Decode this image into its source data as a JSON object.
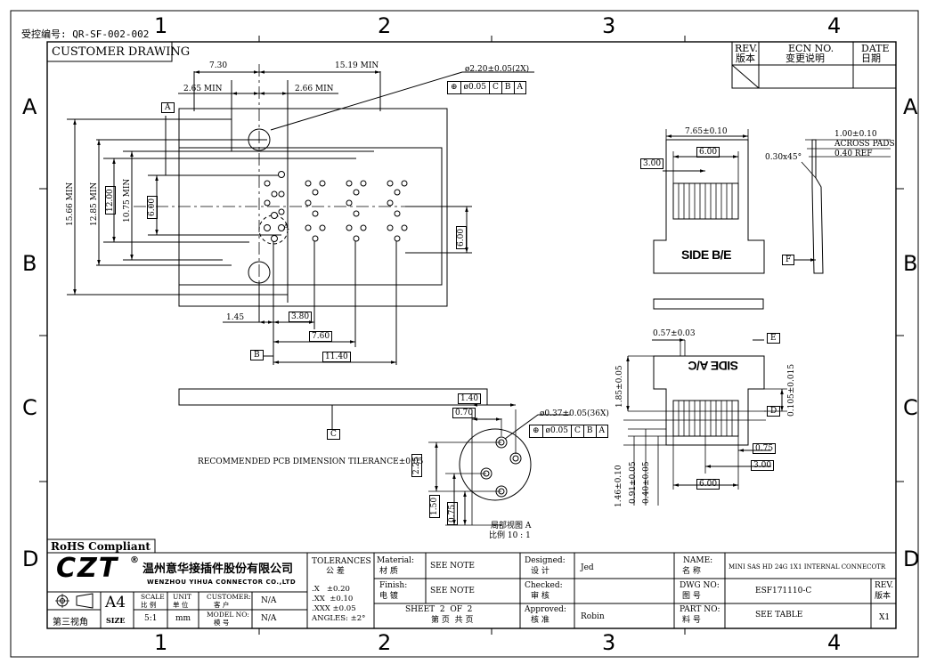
{
  "doc_code": "受控编号: QR-SF-002-002",
  "zones": {
    "cols": [
      "1",
      "2",
      "3",
      "4"
    ],
    "rows": [
      "A",
      "B",
      "C",
      "D"
    ]
  },
  "customer_drawing": "CUSTOMER DRAWING",
  "rev_block": {
    "rev_en": "REV.",
    "rev_cn": "版本",
    "ecn_en": "ECN NO.",
    "ecn_cn": "变更说明",
    "date_en": "DATE",
    "date_cn": "日期"
  },
  "dims": {
    "d_7_30": "7.30",
    "d_15_19": "15.19 MIN",
    "d_2_65": "2.65 MIN",
    "d_2_66": "2.66 MIN",
    "d_hole": "ø2.20±0.05(2X)",
    "d_15_66": "15.66 MIN",
    "d_12_85": "12.85 MIN",
    "d_12_00": "12.00",
    "d_10_75": "10.75 MIN",
    "d_6_00_l": "6.00",
    "d_6_00_r": "6.00",
    "d_1_45": "1.45",
    "d_3_80": "3.80",
    "d_7_60": "7.60",
    "d_11_40": "11.40",
    "d_1_40": "1.40",
    "d_0_70": "0.70",
    "d_pin": "ø0.37±0.05(36X)",
    "d_2_25": "2.25",
    "d_1_50": "1.50",
    "d_0_75": "0.75",
    "d_7_65": "7.65±0.10",
    "d_6_00_t": "6.00",
    "d_3_00_t": "3.00",
    "d_1_00": "1.00±0.10",
    "d_across": "ACROSS PADS",
    "d_0_40ref": "0.40 REF",
    "d_0_30": "0.30x45°",
    "d_0_57": "0.57±0.03",
    "d_1_85": "1.85±0.05",
    "d_0_105": "0.105±0.015",
    "d_0_75_b": "0.75",
    "d_3_00_b": "3.00",
    "d_6_00_b": "6.00",
    "d_1_46": "1.46±0.10",
    "d_0_91": "0.91±0.05",
    "d_0_40b": "0.40±0.05"
  },
  "fcf": {
    "sym": "⊕",
    "tol": "ø0.05",
    "c": "C",
    "b": "B",
    "a": "A"
  },
  "datums": {
    "A": "A",
    "B": "B",
    "C": "C",
    "D": "D",
    "E": "E",
    "F": "F"
  },
  "labels": {
    "side_be": "SIDE B/E",
    "side_ac": "SIDE A/C",
    "detail_a": "A",
    "pcb_note": "RECOMMENDED PCB DIMENSION TILERANCE±0.05",
    "detail_cn": "局部视图 A",
    "detail_scale": "比例 10 : 1"
  },
  "title_block": {
    "rohs": "RoHS Compliant",
    "logo": "CZT",
    "reg": "®",
    "company_cn": "温州意华接插件股份有限公司",
    "company_en": "WENZHOU YIHUA CONNECTOR CO.,LTD",
    "projection": "第三视角",
    "size_val": "A4",
    "size_lbl": "SIZE",
    "scale_en": "SCALE",
    "scale_cn": "比 例",
    "scale_val": "5:1",
    "unit_en": "UNIT",
    "unit_cn": "单 位",
    "unit_val": "mm",
    "customer_en": "CUSTOMER:",
    "customer_cn": "客 户",
    "customer_val": "N/A",
    "model_en": "MODEL NO:",
    "model_cn": "模 号",
    "model_val": "N/A",
    "tol_en": "TOLERANCES",
    "tol_cn": "公 差",
    "tol_x": ".X   ±0.20",
    "tol_xx": ".XX  ±0.10",
    "tol_xxx": ".XXX ±0.05",
    "tol_ang": "ANGLES: ±2°",
    "material_en": "Material:",
    "material_cn": "材 质",
    "material_val": "SEE NOTE",
    "finish_en": "Finish:",
    "finish_cn": "电 镀",
    "finish_val": "SEE NOTE",
    "sheet_en": "SHEET  2  OF  2",
    "sheet_cn": "第 页  共 页",
    "designed_en": "Designed:",
    "designed_cn": "设 计",
    "designed_val": "Jed",
    "checked_en": "Checked:",
    "checked_cn": "审 核",
    "checked_val": "",
    "approved_en": "Approved:",
    "approved_cn": "核 准",
    "approved_val": "Robin",
    "name_en": "NAME:",
    "name_cn": "名 称",
    "name_val": "MINI SAS HD 24G 1X1 INTERNAL CONNECOTR",
    "dwg_en": "DWG NO:",
    "dwg_cn": "图 号",
    "dwg_val": "ESF171110-C",
    "part_en": "PART NO:",
    "part_cn": "料 号",
    "part_val": "SEE TABLE",
    "rev_en": "REV.",
    "rev_cn": "版本",
    "rev_val": "X1"
  }
}
